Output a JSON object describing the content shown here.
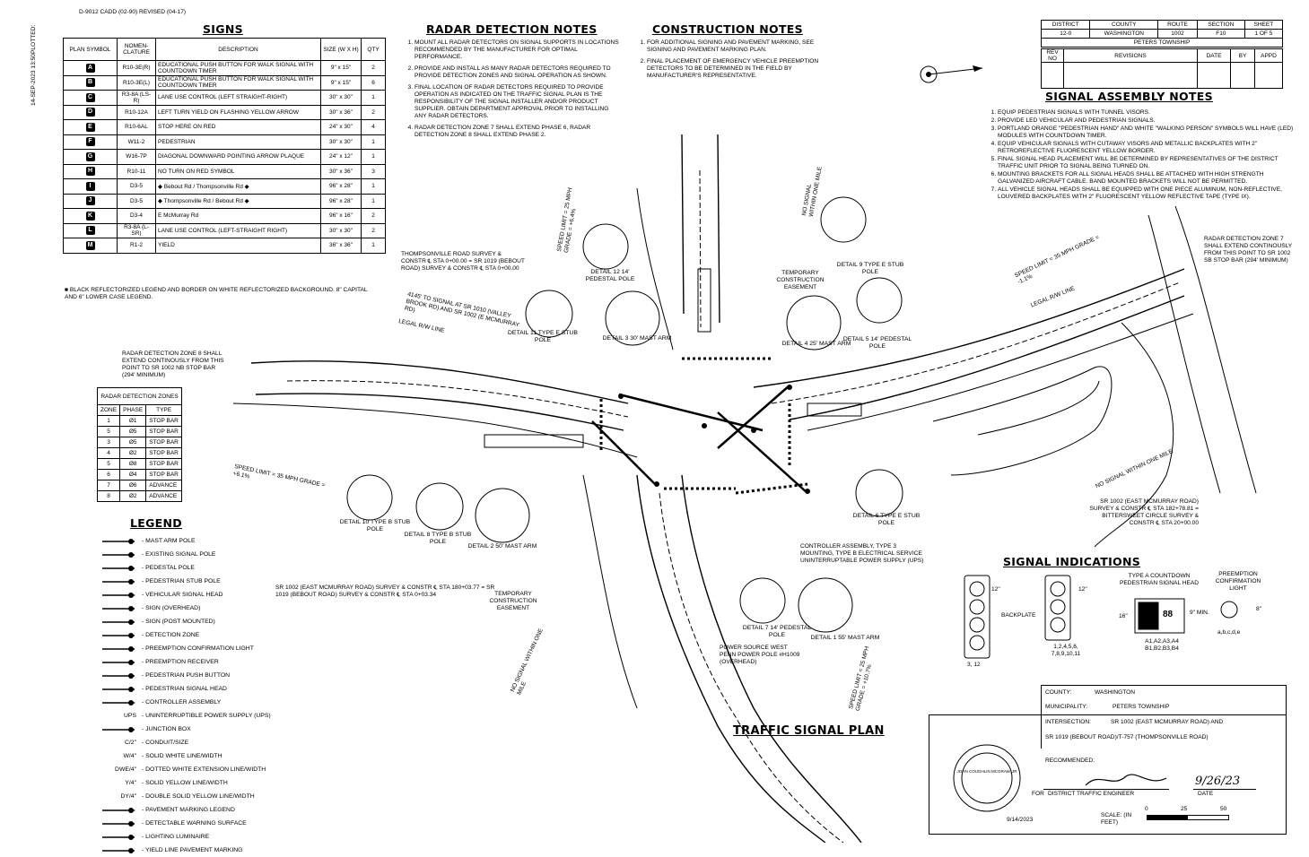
{
  "sheet_header": "D-9012 CADD (02-90) REVISED (04-17)",
  "plotted": "14-SEP-2023 13:50",
  "plotted_label": "PLOTTED:",
  "title_block": {
    "district_label": "DISTRICT",
    "county_label": "COUNTY",
    "route_label": "ROUTE",
    "section_label": "SECTION",
    "sheet_label": "SHEET",
    "district": "12-0",
    "county": "WASHINGTON",
    "route": "1002",
    "section": "F10",
    "sheet": "1 OF 5",
    "township": "PETERS TOWNSHIP",
    "rev_no": "REV NO",
    "revisions": "REVISIONS",
    "date": "DATE",
    "by": "BY",
    "appd": "APPD"
  },
  "signs": {
    "title": "SIGNS",
    "headers": [
      "PLAN SYMBOL",
      "NOMEN-CLATURE",
      "DESCRIPTION",
      "SIZE (W X H)",
      "QTY"
    ],
    "rows": [
      {
        "sym": "A",
        "nom": "R10-3E(R)",
        "desc": "EDUCATIONAL PUSH BUTTON FOR WALK SIGNAL WITH COUNTDOWN TIMER",
        "size": "9\" x 15\"",
        "qty": "2"
      },
      {
        "sym": "B",
        "nom": "R10-3E(L)",
        "desc": "EDUCATIONAL PUSH BUTTON FOR WALK SIGNAL WITH COUNTDOWN TIMER",
        "size": "9\" x 15\"",
        "qty": "6"
      },
      {
        "sym": "C",
        "nom": "R3-8A (LS-R)",
        "desc": "LANE USE CONTROL (LEFT STRAIGHT-RIGHT)",
        "size": "30\" x 30\"",
        "qty": "1"
      },
      {
        "sym": "D",
        "nom": "R10-12A",
        "desc": "LEFT TURN YIELD ON FLASHING YELLOW ARROW",
        "size": "30\" x 36\"",
        "qty": "2"
      },
      {
        "sym": "E",
        "nom": "R10-6AL",
        "desc": "STOP HERE ON RED",
        "size": "24\" x 30\"",
        "qty": "4"
      },
      {
        "sym": "F",
        "nom": "W11-2",
        "desc": "PEDESTRIAN",
        "size": "30\" x 30\"",
        "qty": "1"
      },
      {
        "sym": "G",
        "nom": "W16-7P",
        "desc": "DIAGONAL DOWNWARD POINTING ARROW PLAQUE",
        "size": "24\" x 12\"",
        "qty": "1"
      },
      {
        "sym": "H",
        "nom": "R10-11",
        "desc": "NO TURN ON RED SYMBOL",
        "size": "30\" x 36\"",
        "qty": "3"
      },
      {
        "sym": "I",
        "nom": "D3-5",
        "desc": "◆ Bebout Rd / Thompsonville Rd ◆",
        "size": "96\" x 28\"",
        "qty": "1"
      },
      {
        "sym": "J",
        "nom": "D3-5",
        "desc": "◆ Thompsonville Rd / Bebout Rd ◆",
        "size": "96\" x 28\"",
        "qty": "1"
      },
      {
        "sym": "K",
        "nom": "D3-4",
        "desc": "E McMurray Rd",
        "size": "96\" x 16\"",
        "qty": "2"
      },
      {
        "sym": "L",
        "nom": "R3-8A (L-SR)",
        "desc": "LANE USE CONTROL (LEFT-STRAIGHT RIGHT)",
        "size": "30\" x 30\"",
        "qty": "2"
      },
      {
        "sym": "M",
        "nom": "R1-2",
        "desc": "YIELD",
        "size": "36\" x 36\"",
        "qty": "1"
      }
    ],
    "footnote": "BLACK REFLECTORIZED LEGEND AND BORDER ON WHITE REFLECTORIZED BACKGROUND. 8\" CAPITAL AND 6\" LOWER CASE LEGEND."
  },
  "radar_notes": {
    "title": "RADAR DETECTION NOTES",
    "items": [
      "MOUNT ALL RADAR DETECTORS ON SIGNAL SUPPORTS IN LOCATIONS RECOMMENDED BY THE MANUFACTURER FOR OPTIMAL PERFORMANCE.",
      "PROVIDE AND INSTALL AS MANY RADAR DETECTORS REQUIRED TO PROVIDE DETECTION ZONES AND SIGNAL OPERATION AS SHOWN.",
      "FINAL LOCATION OF RADAR DETECTORS REQUIRED TO PROVIDE OPERATION AS INDICATED ON THE TRAFFIC SIGNAL PLAN IS THE RESPONSIBILITY OF THE SIGNAL INSTALLER AND/OR PRODUCT SUPPLIER. OBTAIN DEPARTMENT APPROVAL PRIOR TO INSTALLING ANY RADAR DETECTORS.",
      "RADAR DETECTION ZONE 7 SHALL EXTEND PHASE 6, RADAR DETECTION ZONE 8 SHALL EXTEND PHASE 2."
    ]
  },
  "construction_notes": {
    "title": "CONSTRUCTION NOTES",
    "items": [
      "FOR ADDITIONAL SIGNING AND PAVEMENT MARKING, SEE SIGNING AND PAVEMENT MARKING PLAN.",
      "FINAL PLACEMENT OF EMERGENCY VEHICLE PREEMPTION DETECTORS TO BE DETERMINED IN THE FIELD BY MANUFACTURER'S REPRESENTATIVE."
    ]
  },
  "signal_assembly_notes": {
    "title": "SIGNAL ASSEMBLY NOTES",
    "items": [
      "EQUIP PEDESTRIAN SIGNALS WITH TUNNEL VISORS.",
      "PROVIDE LED VEHICULAR AND PEDESTRIAN SIGNALS.",
      "PORTLAND ORANGE \"PEDESTRIAN HAND\" AND WHITE \"WALKING PERSON\" SYMBOLS WILL HAVE (LED) MODULES WITH COUNTDOWN TIMER.",
      "EQUIP VEHICULAR SIGNALS WITH CUTAWAY VISORS AND METALLIC BACKPLATES WITH 2\" RETROREFLECTIVE FLUORESCENT YELLOW BORDER.",
      "FINAL SIGNAL HEAD PLACEMENT WILL BE DETERMINED BY REPRESENTATIVES OF THE DISTRICT TRAFFIC UNIT PRIOR TO SIGNAL BEING TURNED ON.",
      "MOUNTING BRACKETS FOR ALL SIGNAL HEADS SHALL BE ATTACHED WITH HIGH STRENGTH GALVANIZED AIRCRAFT CABLE. BAND MOUNTED BRACKETS WILL NOT BE PERMITTED.",
      "ALL VEHICLE SIGNAL HEADS SHALL BE EQUIPPED WITH ONE PIECE ALUMINUM, NON-REFLECTIVE, LOUVERED BACKPLATES WITH 2\" FLUORESCENT YELLOW REFLECTIVE TAPE (TYPE IX)."
    ]
  },
  "radar_zones": {
    "title": "RADAR DETECTION ZONES",
    "headers": [
      "ZONE",
      "PHASE",
      "TYPE"
    ],
    "rows": [
      [
        "1",
        "Ø1",
        "STOP BAR"
      ],
      [
        "5",
        "Ø5",
        "STOP BAR"
      ],
      [
        "3",
        "Ø5",
        "STOP BAR"
      ],
      [
        "4",
        "Ø2",
        "STOP BAR"
      ],
      [
        "5",
        "Ø8",
        "STOP BAR"
      ],
      [
        "6",
        "Ø4",
        "STOP BAR"
      ],
      [
        "7",
        "Ø6",
        "ADVANCE"
      ],
      [
        "8",
        "Ø2",
        "ADVANCE"
      ]
    ],
    "zone8_note": "RADAR DETECTION ZONE 8 SHALL EXTEND CONTINOUSLY FROM THIS POINT TO SR 1002 NB STOP BAR (294' MINIMUM)",
    "zone7_note": "RADAR DETECTION ZONE 7 SHALL EXTEND CONTINOUSLY FROM THIS POINT TO SR 1002 SB STOP BAR (294' MINIMUM)"
  },
  "legend": {
    "title": "LEGEND",
    "items": [
      "- MAST ARM POLE",
      "- EXISTING SIGNAL POLE",
      "- PEDESTAL POLE",
      "- PEDESTRIAN STUB POLE",
      "- VEHICULAR SIGNAL HEAD",
      "- SIGN (OVERHEAD)",
      "- SIGN (POST MOUNTED)",
      "- DETECTION ZONE",
      "- PREEMPTION CONFIRMATION LIGHT",
      "- PREEMPTION RECEIVER",
      "- PEDESTRIAN PUSH BUTTON",
      "- PEDESTRIAN SIGNAL HEAD",
      "- CONTROLLER ASSEMBLY",
      "- UNINTERRUPTIBLE POWER SUPPLY (UPS)",
      "- JUNCTION BOX",
      "- CONDUIT/SIZE",
      "- SOLID WHITE LINE/WIDTH",
      "- DOTTED WHITE EXTENSION LINE/WIDTH",
      "- SOLID YELLOW LINE/WIDTH",
      "- DOUBLE SOLID YELLOW LINE/WIDTH",
      "- PAVEMENT MARKING LEGEND",
      "- DETECTABLE WARNING SURFACE",
      "- LIGHTING LUMINAIRE",
      "- YIELD LINE PAVEMENT MARKING"
    ],
    "symbols": [
      "",
      "",
      "",
      "",
      "",
      "",
      "",
      "",
      "",
      "",
      "",
      "",
      "",
      "UPS",
      "",
      "C/2\"",
      "W/4\"",
      "DWE/4\"",
      "Y/4\"",
      "DY/4\"",
      "",
      "",
      "",
      ""
    ]
  },
  "plan_labels": {
    "thompsonville_survey": "THOMPSONVILLE ROAD SURVEY & CONSTR ℄ STA 0+00.00 = SR 1019 (BEBOUT ROAD) SURVEY & CONSTR ℄ STA 0+00.00",
    "to_signal": "4145' TO SIGNAL AT SR 1010 (VALLEY BROOK RD) AND SR 1002 (E MCMURRAY RD)",
    "speed_left": "SPEED LIMIT = 35 MPH GRADE = +6.1%",
    "speed_top": "SPEED LIMIT = 25 MPH GRADE = +6.4%",
    "speed_right": "SPEED LIMIT = 35 MPH GRADE = -1.1%",
    "speed_bottom": "SPEED LIMIT = 25 MPH GRADE = +10.7%",
    "sr1002_survey": "SR 1002 (EAST MCMURRAY ROAD) SURVEY & CONSTR ℄ STA 180+03.77 = SR 1019 (BEBOUT ROAD) SURVEY & CONSTR ℄ STA 0+03.34",
    "sr1002_bitter": "SR 1002 (EAST MCMURRAY ROAD) SURVEY & CONSTR ℄ STA 182+78.81 = BITTERSWEET CIRCLE SURVEY & CONSTR ℄ STA 20+00.00",
    "temp_easement": "TEMPORARY CONSTRUCTION EASEMENT",
    "controller": "CONTROLLER ASSEMBLY, TYPE 3 MOUNTING, TYPE B ELECTRICAL SERVICE UNINTERRUPTABLE POWER SUPPLY (UPS)",
    "power_source": "POWER SOURCE WEST PENN POWER POLE #H1009 (OVERHEAD)",
    "no_signal": "NO SIGNAL WITHIN ONE MILE",
    "legal_rw": "LEGAL R/W LINE",
    "plan_title": "TRAFFIC SIGNAL PLAN"
  },
  "details": [
    "DETAIL 12 14' PEDESTAL POLE",
    "DETAIL 11 TYPE E STUB POLE",
    "DETAIL 3 30' MAST ARM",
    "DETAIL 4 25' MAST ARM",
    "DETAIL 5 14' PEDESTAL POLE",
    "DETAIL 9 TYPE E STUB POLE",
    "DETAIL 10 TYPE B STUB POLE",
    "DETAIL 8 TYPE B STUB POLE",
    "DETAIL 2 50' MAST ARM",
    "DETAIL 6 TYPE E STUB POLE",
    "DETAIL 7 14' PEDESTAL POLE",
    "DETAIL 1 55' MAST ARM"
  ],
  "signal_indications": {
    "title": "SIGNAL INDICATIONS",
    "backplate": "BACKPLATE",
    "ped_head": "TYPE A COUNTDOWN PEDESTRIAN SIGNAL HEAD",
    "preempt": "PREEMPTION CONFIRMATION LIGHT",
    "heads_a": "3, 12",
    "heads_b": "1,2,4,5,6, 7,8,9,10,11",
    "heads_ped": "A1,A2,A3,A4 B1,B2,B3,B4",
    "heads_pre": "a,b,c,d,e",
    "dim_12": "12\"",
    "dim_16": "16\"",
    "dim_9": "9\" MIN.",
    "dim_8": "8\"",
    "countdown": "88"
  },
  "approval": {
    "county_label": "COUNTY:",
    "county": "WASHINGTON",
    "municipality_label": "MUNICIPALITY:",
    "municipality": "PETERS TOWNSHIP",
    "intersection_label": "INTERSECTION:",
    "intersection_1": "SR 1002 (EAST MCMURRAY ROAD) AND",
    "intersection_2": "SR 1019 (BEBOUT ROAD)/T-757 (THOMPSONVILLE ROAD)",
    "recommended": "RECOMMENDED:",
    "engineer": "DISTRICT TRAFFIC ENGINEER",
    "date_label": "DATE",
    "date": "9/26/23",
    "fo": "FOR",
    "seal": "JOHN COUGHLIN MCGRAW, JR",
    "seal_date": "9/14/2023",
    "scale": "SCALE: (IN FEET)",
    "scale_0": "0",
    "scale_25": "25",
    "scale_50": "50"
  }
}
